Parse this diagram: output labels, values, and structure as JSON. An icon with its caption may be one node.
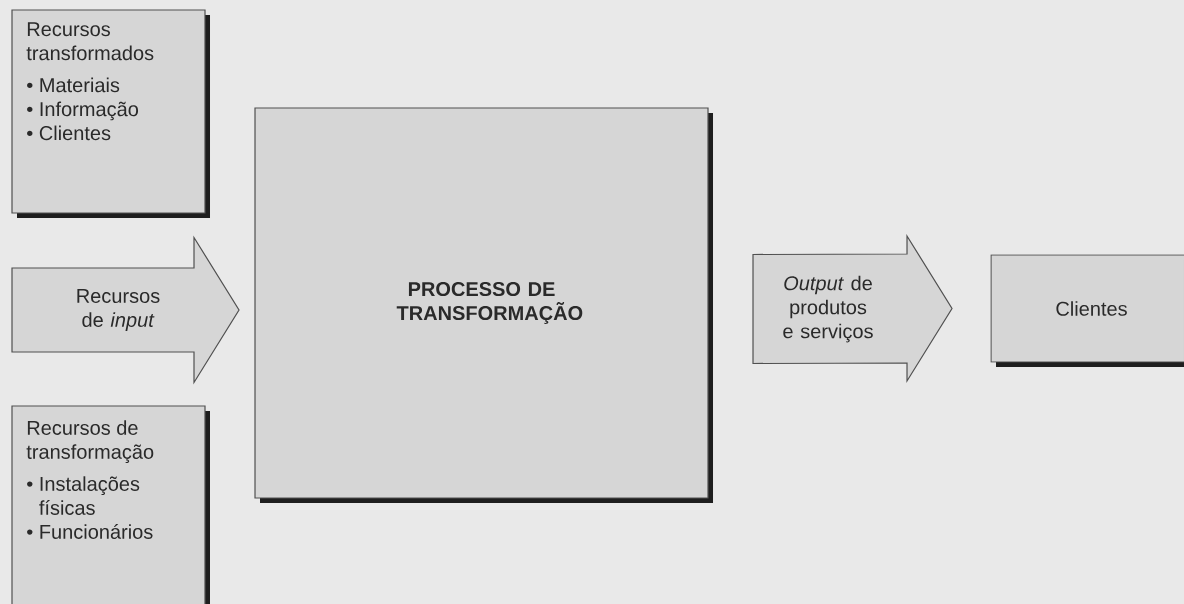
{
  "diagram": {
    "nodes": [
      {
        "text": [
          "Recursos transformados",
          "• Materiais",
          "• Informação",
          "• Clientes"
        ]
      },
      {
        "text": [
          "Recursos de transformação",
          "• Instalações físicas",
          "• Funcionários"
        ]
      },
      {
        "text": [
          "PROCESSO DE TRANSFORMAÇÃO"
        ]
      },
      {
        "text": [
          "Clientes"
        ]
      }
    ],
    "edges": [
      {
        "from": null,
        "to": 2,
        "arrow": "to",
        "label": "Recursos de *input*"
      },
      {
        "from": 2,
        "to": 3,
        "arrow": "to",
        "label": "*Output* de produtos e serviços"
      }
    ]
  }
}
